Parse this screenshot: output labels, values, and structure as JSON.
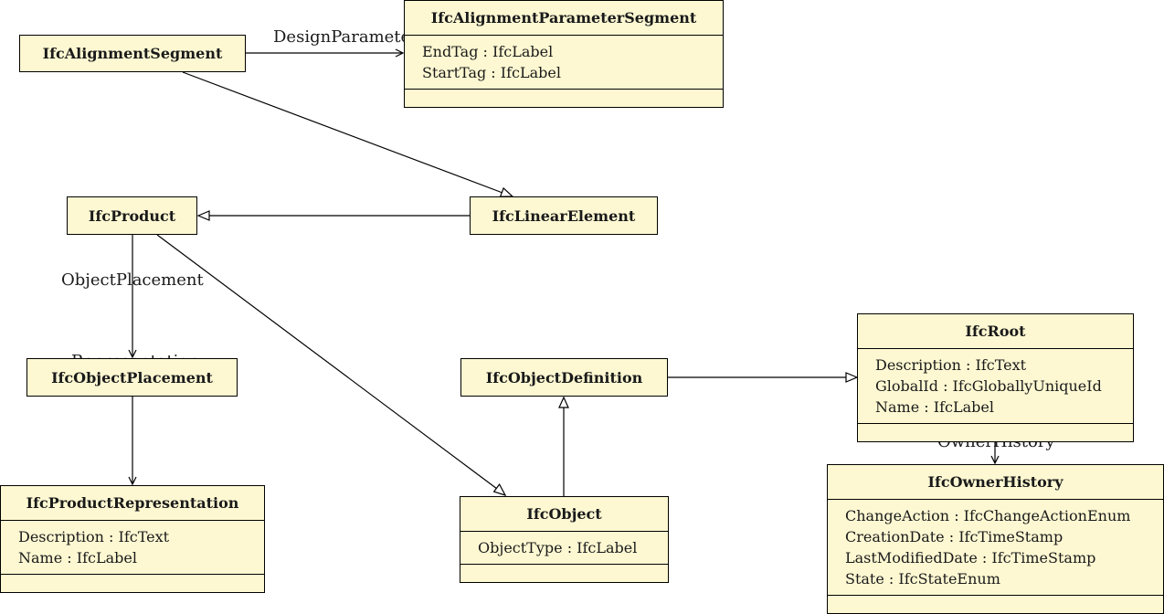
{
  "classes": {
    "alignment_segment": {
      "name": "IfcAlignmentSegment"
    },
    "alignment_parameter_segment": {
      "name": "IfcAlignmentParameterSegment",
      "attributes": [
        "EndTag : IfcLabel",
        "StartTag : IfcLabel"
      ]
    },
    "product": {
      "name": "IfcProduct"
    },
    "linear_element": {
      "name": "IfcLinearElement"
    },
    "object_placement": {
      "name": "IfcObjectPlacement"
    },
    "product_representation": {
      "name": "IfcProductRepresentation",
      "attributes": [
        "Description : IfcText",
        "Name : IfcLabel"
      ]
    },
    "object_definition": {
      "name": "IfcObjectDefinition"
    },
    "object": {
      "name": "IfcObject",
      "attributes": [
        "ObjectType : IfcLabel"
      ]
    },
    "root": {
      "name": "IfcRoot",
      "attributes": [
        "Description : IfcText",
        "GlobalId : IfcGloballyUniqueId",
        "Name : IfcLabel"
      ]
    },
    "owner_history": {
      "name": "IfcOwnerHistory",
      "attributes": [
        "ChangeAction : IfcChangeActionEnum",
        "CreationDate : IfcTimeStamp",
        "LastModifiedDate : IfcTimeStamp",
        "State : IfcStateEnum"
      ]
    }
  },
  "relations": {
    "design_parameters": "DesignParameters",
    "object_placement": "ObjectPlacement",
    "representation": "Representation",
    "owner_history": "OwnerHistory"
  }
}
